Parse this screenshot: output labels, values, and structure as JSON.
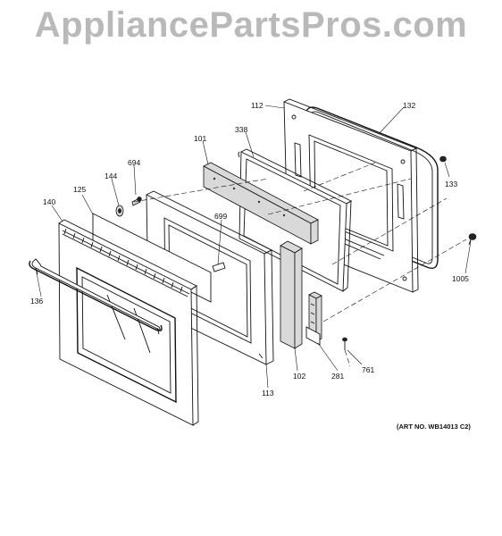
{
  "watermark": "AppliancePartsPros.com",
  "art_number": "(ART NO. WB14013 C2)",
  "callouts": {
    "p112": "112",
    "p132": "132",
    "p338": "338",
    "p101": "101",
    "p694": "694",
    "p144": "144",
    "p125": "125",
    "p140": "140",
    "p699": "699",
    "p133": "133",
    "p1005": "1005",
    "p136": "136",
    "p113": "113",
    "p102": "102",
    "p281": "281",
    "p761": "761"
  }
}
